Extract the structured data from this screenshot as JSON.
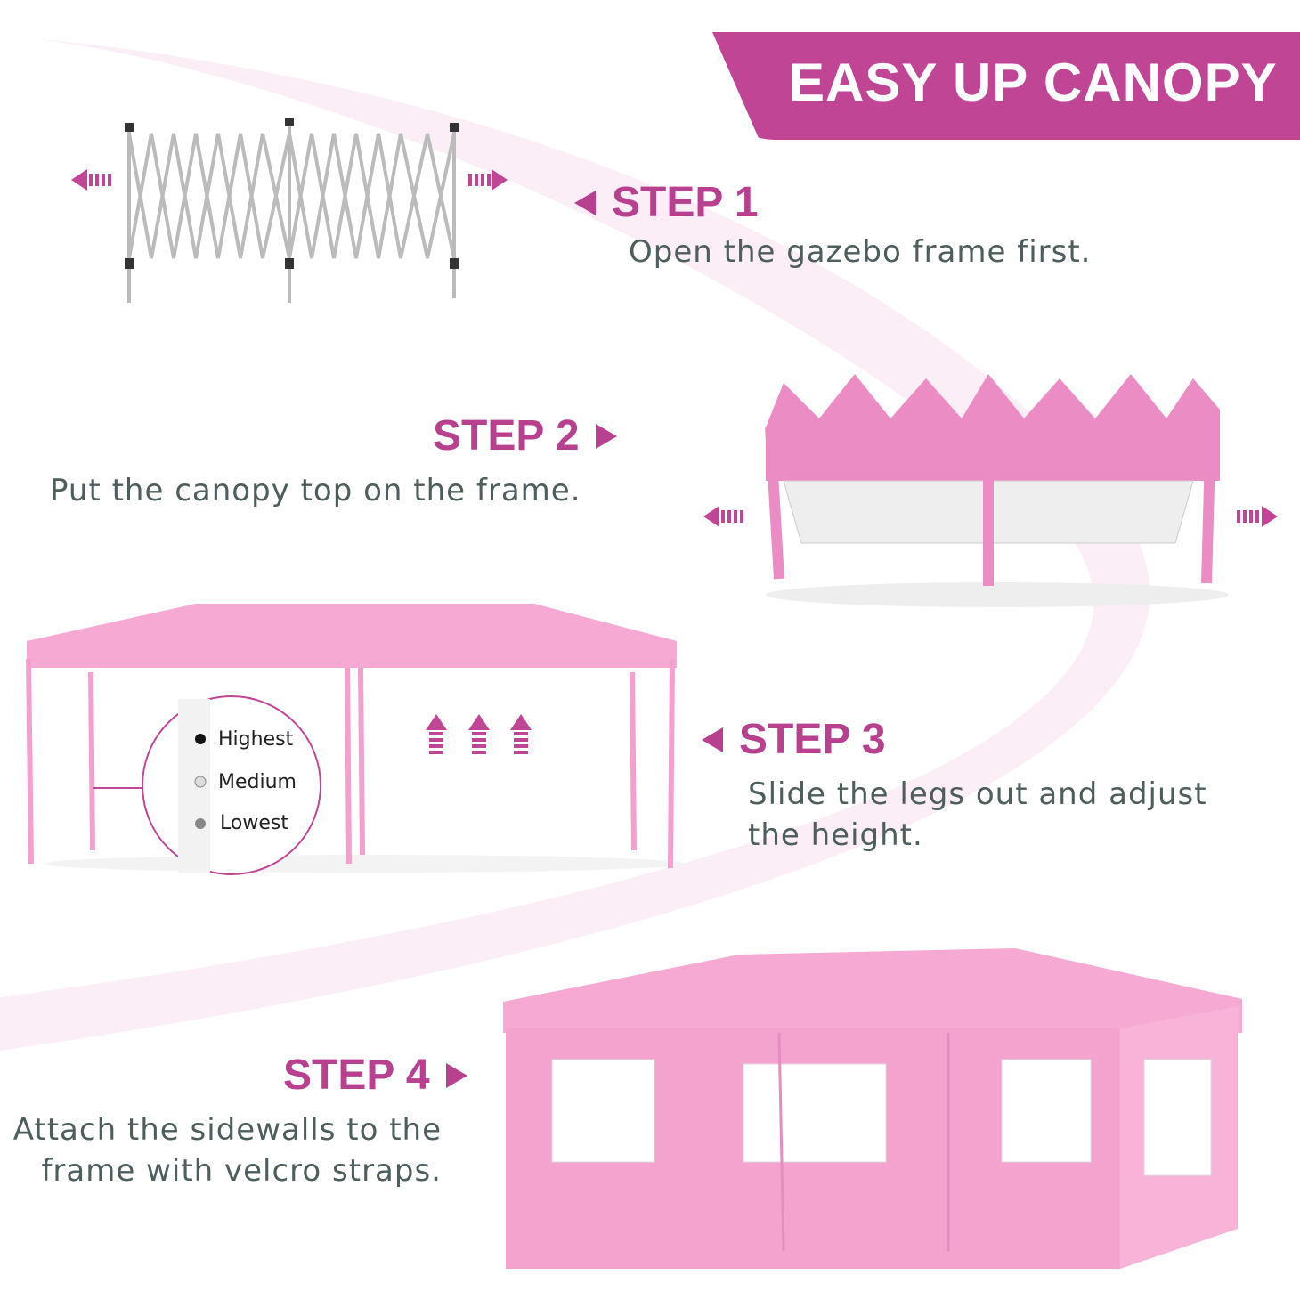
{
  "header": {
    "title": "EASY UP CANOPY"
  },
  "colors": {
    "accent": "#c04595",
    "step_text": "#b8418f",
    "body_text": "#4e5d5d",
    "canopy_pink": "#f4a6d0"
  },
  "steps": [
    {
      "label": "STEP 1",
      "description": "Open the gazebo frame first."
    },
    {
      "label": "STEP 2",
      "description": "Put the canopy top on the frame."
    },
    {
      "label": "STEP 3",
      "description_line1": "Slide the legs out and adjust",
      "description_line2": "the height."
    },
    {
      "label": "STEP 4",
      "description_line1": "Attach the sidewalls to the",
      "description_line2": "frame with velcro straps."
    }
  ],
  "height_settings": [
    "Highest",
    "Medium",
    "Lowest"
  ]
}
